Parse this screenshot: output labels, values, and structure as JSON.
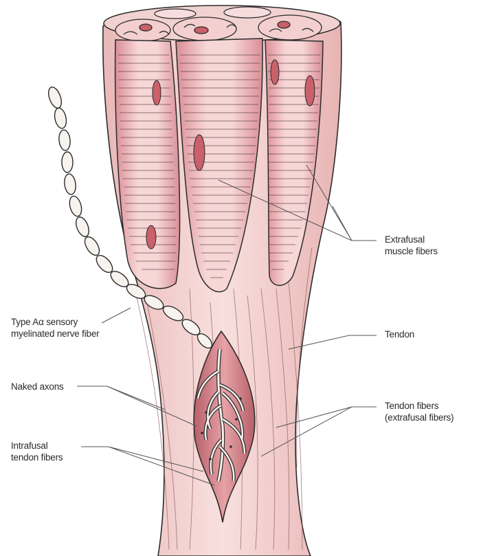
{
  "diagram": {
    "title": "",
    "colors": {
      "muscle_fill": "#f3c9c9",
      "muscle_dark": "#d98e96",
      "nucleus": "#c9606a",
      "outline": "#2b2b2b",
      "tendon_fill": "#f6d8d6",
      "myelin_fill": "#f7f4ef"
    },
    "labels": {
      "extrafusal": {
        "line1": "Extrafusal",
        "line2": "muscle fibers"
      },
      "sensory": {
        "line1": "Type Aα sensory",
        "line2": "myelinated nerve fiber"
      },
      "tendon": {
        "line1": "Tendon"
      },
      "naked_axons": {
        "line1": "Naked axons"
      },
      "tendon_fibers": {
        "line1": "Tendon fibers",
        "line2": "(extrafusal fibers)"
      },
      "intrafusal": {
        "line1": "Intrafusal",
        "line2": "tendon fibers"
      }
    }
  }
}
